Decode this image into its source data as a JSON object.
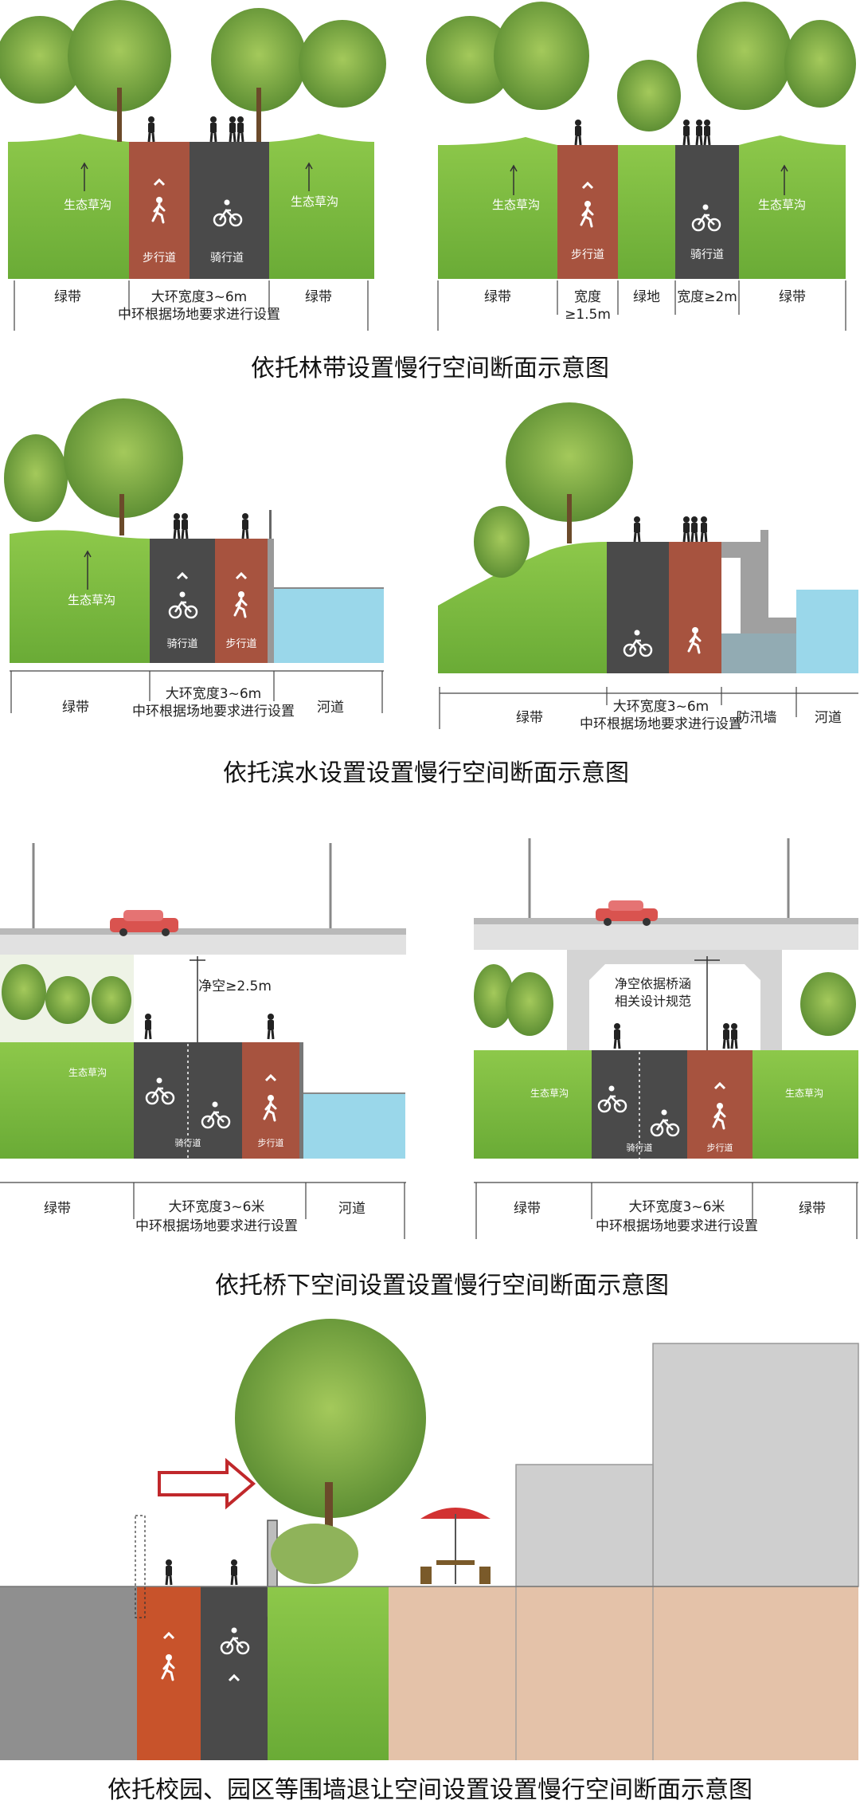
{
  "sections": [
    {
      "title": "依托林带设置慢行空间断面示意图",
      "left": {
        "ditch_left": "生态草沟",
        "ditch_right": "生态草沟",
        "walk": "步行道",
        "bike": "骑行道",
        "dim_green_l": "绿带",
        "dim_center_1": "大环宽度3~6m",
        "dim_center_2": "中环根据场地要求进行设置",
        "dim_green_r": "绿带"
      },
      "right": {
        "ditch_left": "生态草沟",
        "ditch_right": "生态草沟",
        "walk": "步行道",
        "bike": "骑行道",
        "dim_green_l": "绿带",
        "dim_walk_1": "宽度",
        "dim_walk_2": "≥1.5m",
        "dim_mid": "绿地",
        "dim_bike": "宽度≥2m",
        "dim_green_r": "绿带"
      }
    },
    {
      "title": "依托滨水设置设置慢行空间断面示意图",
      "left": {
        "ditch": "生态草沟",
        "bike": "骑行道",
        "walk": "步行道",
        "dim_green": "绿带",
        "dim_center_1": "大环宽度3~6m",
        "dim_center_2": "中环根据场地要求进行设置",
        "dim_river": "河道"
      },
      "right": {
        "dim_green": "绿带",
        "dim_center_1": "大环宽度3~6m",
        "dim_center_2": "中环根据场地要求进行设置",
        "dim_wall": "防汛墙",
        "dim_river": "河道"
      }
    },
    {
      "title": "依托桥下空间设置设置慢行空间断面示意图",
      "left": {
        "clearance": "净空≥2.5m",
        "ditch": "生态草沟",
        "bike": "骑行道",
        "walk": "步行道",
        "dim_green": "绿带",
        "dim_center_1": "大环宽度3~6米",
        "dim_center_2": "中环根据场地要求进行设置",
        "dim_river": "河道"
      },
      "right": {
        "clearance_1": "净空依据桥涵",
        "clearance_2": "相关设计规范",
        "ditch_left": "生态草沟",
        "ditch_right": "生态草沟",
        "bike": "骑行道",
        "walk": "步行道",
        "dim_green_l": "绿带",
        "dim_center_1": "大环宽度3~6米",
        "dim_center_2": "中环根据场地要求进行设置",
        "dim_green_r": "绿带"
      }
    },
    {
      "title": "依托校园、园区等围墙退让空间设置设置慢行空间断面示意图"
    }
  ],
  "colors": {
    "grass": "#7cbd3e",
    "walk_lane": "#a7533f",
    "bike_lane": "#4a4a4a",
    "water": "#9ad7ea",
    "campus_walk": "#c8532b",
    "campus_pink": "#e4c2a9",
    "building": "#cfcfcf"
  }
}
